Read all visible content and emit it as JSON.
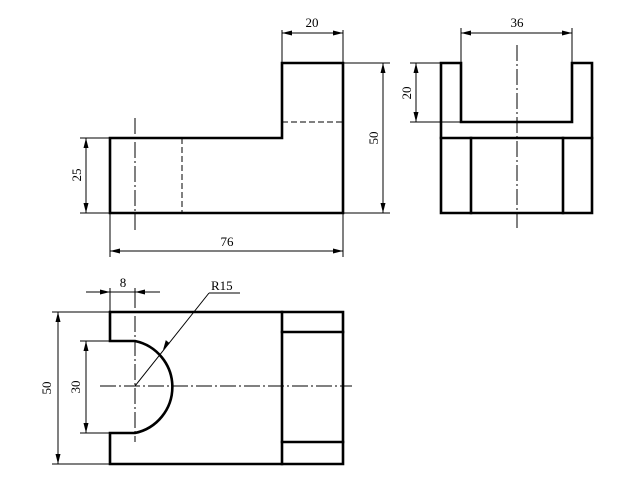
{
  "front_view": {
    "dim_top_width": "20",
    "dim_total_height": "50",
    "dim_left_height": "25",
    "dim_total_width": "76"
  },
  "side_view": {
    "dim_slot_width": "36",
    "dim_slot_depth": "20"
  },
  "top_view": {
    "dim_offset": "8",
    "dim_radius": "R15",
    "dim_slot_width": "30",
    "dim_total_depth": "50"
  }
}
